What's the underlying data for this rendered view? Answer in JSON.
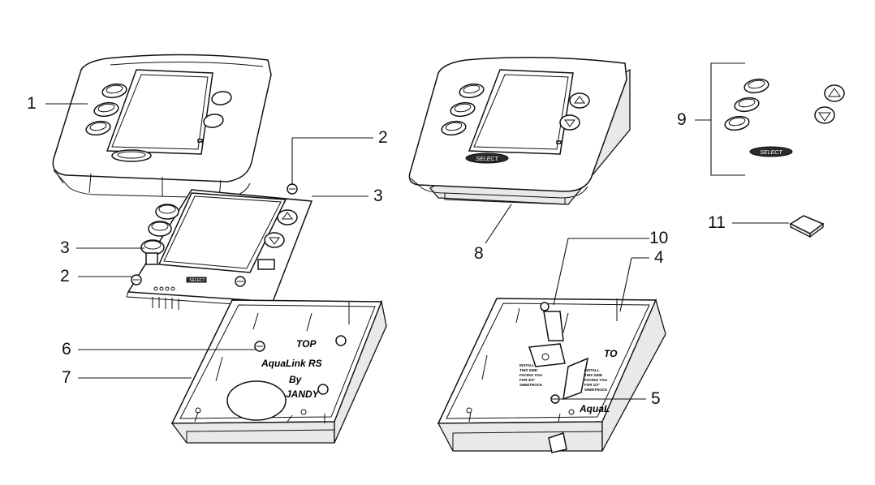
{
  "callouts": [
    {
      "id": "c1",
      "label": "1"
    },
    {
      "id": "c2a",
      "label": "2"
    },
    {
      "id": "c2b",
      "label": "2"
    },
    {
      "id": "c3a",
      "label": "3"
    },
    {
      "id": "c3b",
      "label": "3"
    },
    {
      "id": "c4",
      "label": "4"
    },
    {
      "id": "c5",
      "label": "5"
    },
    {
      "id": "c6",
      "label": "6"
    },
    {
      "id": "c7",
      "label": "7"
    },
    {
      "id": "c8",
      "label": "8"
    },
    {
      "id": "c9",
      "label": "9"
    },
    {
      "id": "c10",
      "label": "10"
    },
    {
      "id": "c11",
      "label": "11"
    }
  ],
  "box_left_text": {
    "top": "TOP",
    "brand": "AquaLink RS",
    "by": "By",
    "maker": "JANDY"
  },
  "box_right_text": {
    "top": "TO",
    "install_a": [
      "INSTALL",
      "THIS SIDE",
      "FACING YOU",
      "FOR 3/4\"",
      "SHEETROCK"
    ],
    "install_b": [
      "INSTALL",
      "THIS SIDE",
      "FACING YOU",
      "FOR 1/2\"",
      "SHEETROCK"
    ],
    "brand": "AquaL"
  },
  "select_label": "SELECT"
}
